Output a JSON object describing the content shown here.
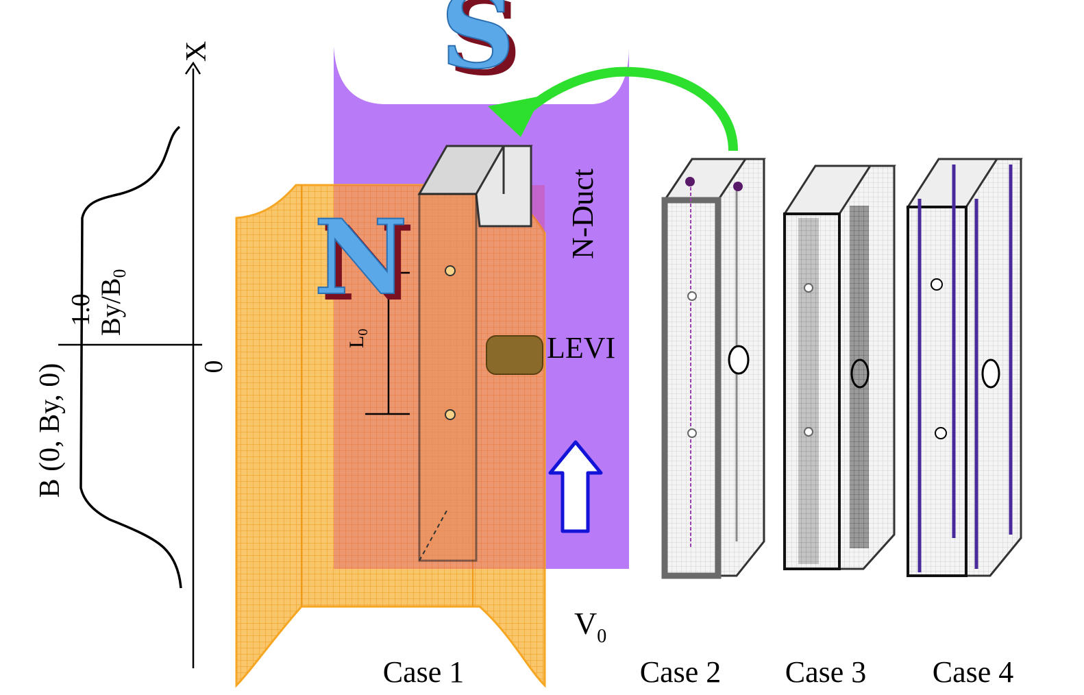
{
  "magnet": {
    "north_letter": "N",
    "south_letter": "S",
    "duct_label": "N-Duct",
    "levi_label": "LEVI",
    "length_label": "L",
    "length_subscript": "0",
    "velocity_label": "V",
    "velocity_subscript": "0"
  },
  "profile_plot": {
    "x_axis_label": "X",
    "y_axis_label": "B (0, By, 0)",
    "ratio_label": "By/B",
    "ratio_subscript": "0",
    "tick_one": "1.0",
    "tick_zero": "0"
  },
  "cases": [
    "Case 1",
    "Case 2",
    "Case 3",
    "Case 4"
  ],
  "colors": {
    "duct": "#b57af5",
    "mesh": "#f5a623",
    "mesh_fill": "#f8c76a",
    "arrow_green": "#2ee02e",
    "arrow_blue": "#1414d8",
    "letter_blue": "#5aa8e8",
    "letter_shadow": "#7a1020",
    "case4_rail": "#4a2a9a"
  }
}
